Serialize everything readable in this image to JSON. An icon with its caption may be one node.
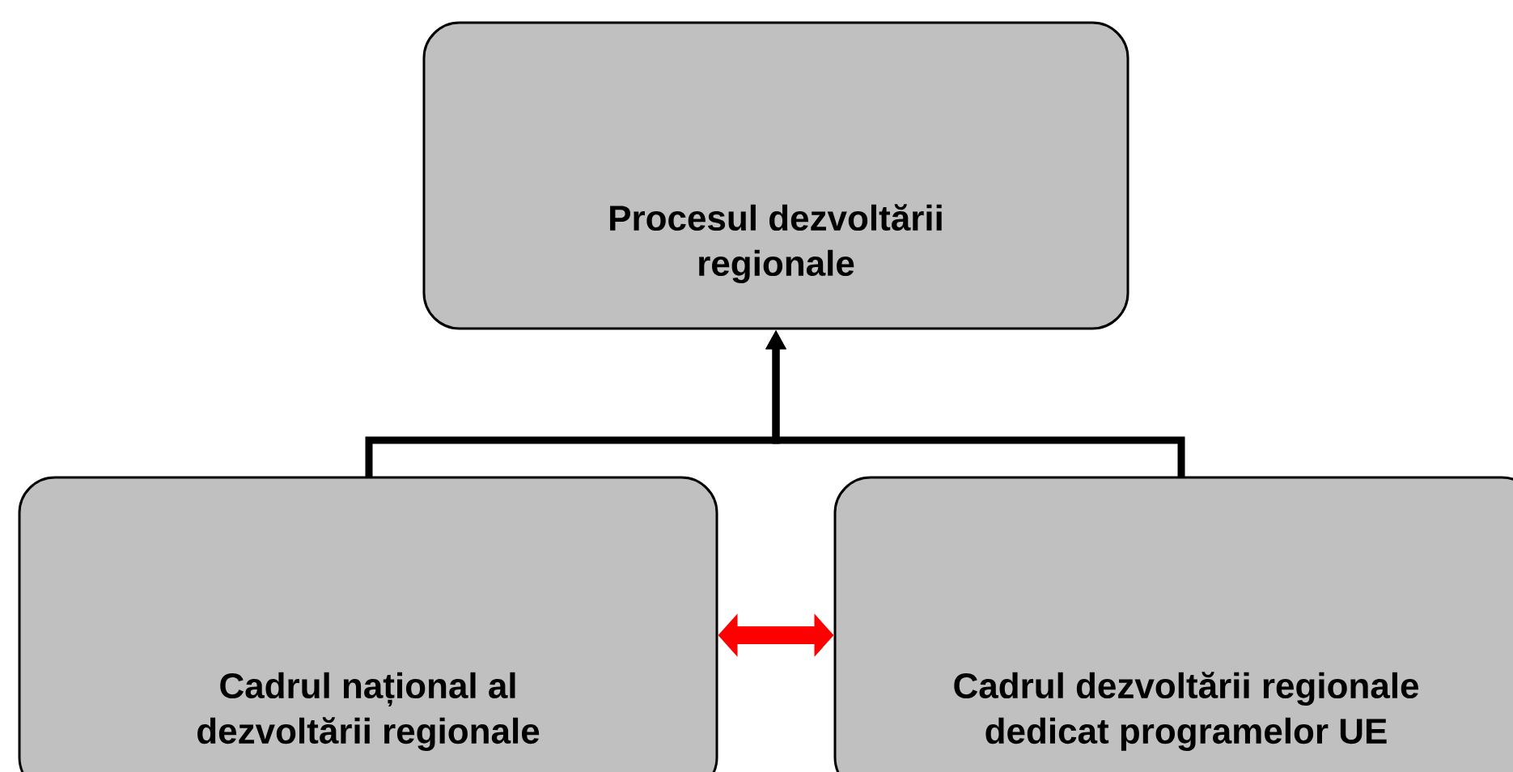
{
  "diagram": {
    "nodes": [
      {
        "text": [
          "Procesul dezvoltării regionale"
        ]
      },
      {
        "text": [
          "Cadrul național al dezvoltării regionale"
        ]
      },
      {
        "text": [
          "Cadrul dezvoltării regionale dedicat programelor UE"
        ]
      }
    ],
    "edges": [
      {
        "from": 1,
        "to": 0,
        "arrow": "to"
      },
      {
        "from": 2,
        "to": 0,
        "arrow": "to"
      },
      {
        "from": 1,
        "to": 2,
        "arrow": "both",
        "style": "thick",
        "color": "#ff0000"
      }
    ]
  }
}
